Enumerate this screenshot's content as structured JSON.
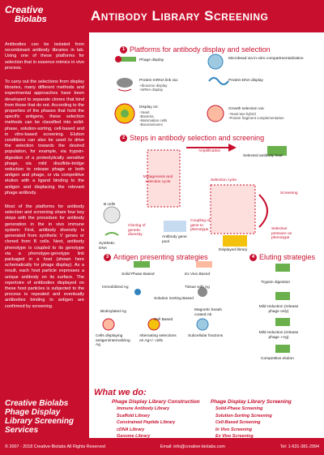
{
  "header": {
    "logo_line1": "Creative",
    "logo_line2": "Biolabs",
    "title": "Antibody Library Screening"
  },
  "sidebar": {
    "paragraphs": [
      "Antibodies can be isolated from recombinant antibody libraries in lab. Using one of these platforms for selection that in essence mimics in vivo process.",
      "To carry out the selections from display libraries, many different methods and experimental approaches have been developed to separate clones that bind from those that do not. According to the properties of the phases that hold the specific antigens, these selection methods can be classified into solid-phase, solution-sorting, cell-based and in vitro-based screening. Elution conditions can also be used to drive the selection towards the desired population, for example, via trypsin-digestion of a proteolytically sensitive phage, via mild disulfide-bridge reduction to release phage or both antigen and phage, or via competitive elution with a ligand binding to the antigen and displacing the relevant phage antibody.",
      "Most of the platforms for antibody selection and screening share four key steps with the procedure for antibody generation in the in vivo immune system: First, antibody diversity is generated from synthetic V genes or cloned from B cells. Next, antibody phenotype is coupled to its genotype via a phenotype-genotype link packaged in a host (shown here schematically for phage display). As a result, each host particle expresses a unique antibody on its surface. The repertoire of antibodies displayed on these host particles is subjected to the process is repeated and eventually antibodies binding to antigen are confirmed by screening."
    ],
    "bottom_title": [
      "Creative Biolabs",
      "Phage Display",
      "Library Screening",
      "Services"
    ]
  },
  "sections": {
    "s1": {
      "num": "1",
      "title": "Platforms for antibody display and selection"
    },
    "s2": {
      "num": "2",
      "title": "Steps in antibody selection and screening"
    },
    "s3": {
      "num": "3",
      "title": "Antigen presenting strategies"
    },
    "s4": {
      "num": "4",
      "title": "Eluting strategies"
    }
  },
  "platforms": {
    "phage": "Phage display",
    "protein_mrna": "Protein-mRNA link via:",
    "protein_mrna_sub": [
      "-ribosome display",
      "-mRNA display"
    ],
    "display_on": "Display on:",
    "display_on_sub": [
      "-Yeast",
      "-Bacteria",
      "-Mammalian cells",
      "-Baculoviruses"
    ],
    "microbead": "Microbead via in-vitro compartmentalization",
    "protein_dna": "Protein-DNA display",
    "growth": "Growth selection via:",
    "growth_sub": [
      "-Yeast two-hybrid",
      "-Protein fragment complementation"
    ]
  },
  "steps": {
    "amplification": "Amplification",
    "selected_lead": "Selected antibody lead",
    "mutagenesis": "Mutagenesis and selection cycle",
    "selection_cycle": "Selection cycle",
    "screening": "Screening",
    "b_cells": "B cells",
    "synthetic_dna": "Synthetic DNA",
    "cloning": "Cloning of genetic diversity",
    "gene_pool": "Antibody gene pool",
    "coupling": "Coupling of gene to phenotype",
    "displayed": "Displayed library",
    "selective": "Selective pressure on phenotype"
  },
  "antigen": {
    "solid": "Solid Phase Based",
    "exvivo": "Ex Vivo Based",
    "immobilized": "Immobilized Ag",
    "tissue": "Tissue with Ag",
    "solution": "Solution Sorting Based",
    "biotinylated": "Biotinylated Ag",
    "magnetic": "Magnetic beads coated Ab",
    "cell": "Cell Based",
    "cells_displaying": "Cells displaying antigen/internalizing Ag",
    "alternating": "Alternating selections on Ag+/- cells",
    "subcellular": "Subcellular fractions"
  },
  "eluting": {
    "trypsin": "Trypsin digestion",
    "mild1": "Mild reduction (release phage only)",
    "mild2": "Mild reduction (release phage +Ag)",
    "competitive": "Competitive elution"
  },
  "wedo": {
    "title": "What we do:",
    "left_head": "Phage Display Library Construction",
    "left_items": [
      "Immune Antibody Library",
      "Scaffold Library",
      "Constrained Peptide Library",
      "cDNA Library",
      "Genome Library"
    ],
    "right_head": "Phage Display Library Screening",
    "right_items": [
      "Solid-Phase Screening",
      "Solution-Sorting Screening",
      "Cell-Based Screening",
      "In Vivo Screening",
      "Ex Vivo Screening"
    ]
  },
  "footer": {
    "copyright": "© 2007 - 2018 Creative-Biolabs All Rights Reserved",
    "email": "Email: info@creative-biolabs.com",
    "tel": "Tel: 1-631-381-2994"
  },
  "colors": {
    "brand_red": "#c8102e",
    "accent_green": "#6ab04c",
    "accent_yellow": "#f4c20d"
  }
}
